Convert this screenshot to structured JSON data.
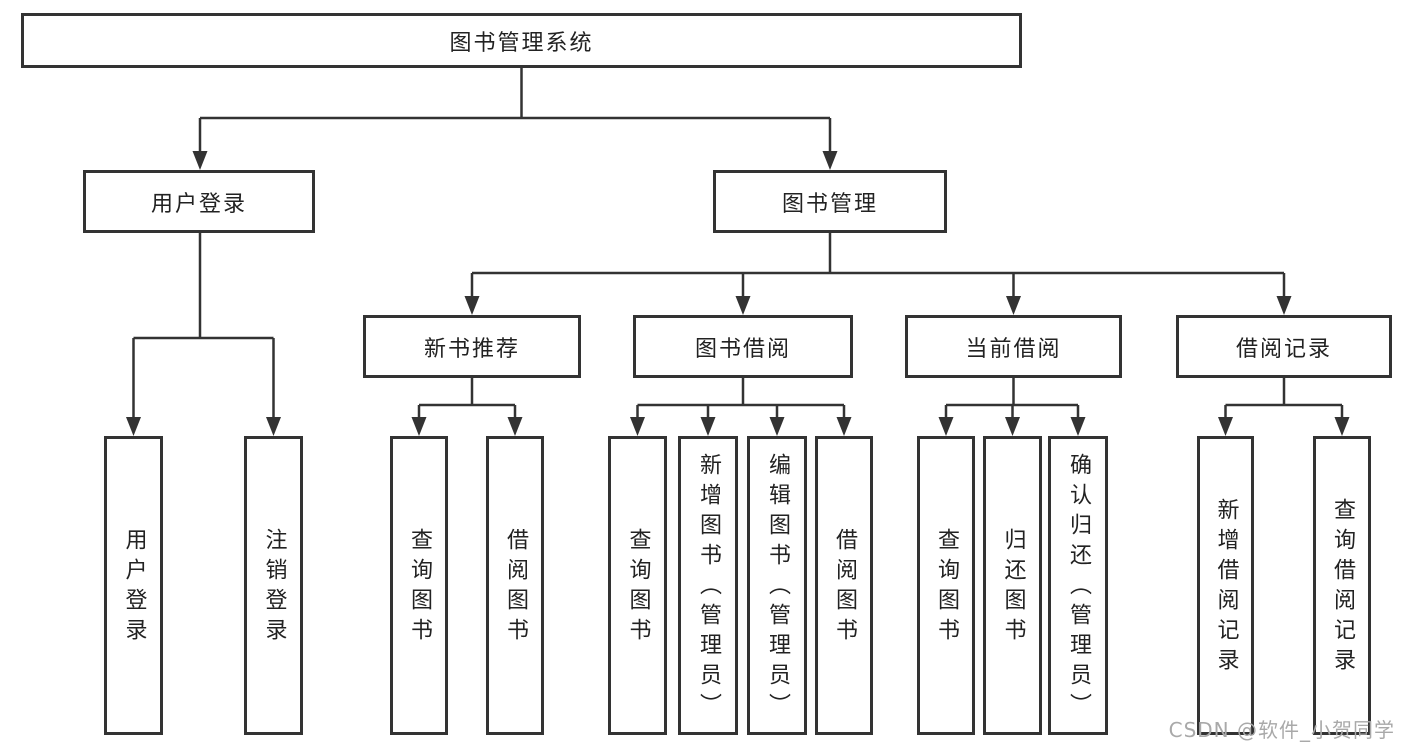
{
  "diagram": {
    "title": "图书管理系统",
    "nodes": {
      "root": "图书管理系统",
      "user_login": "用户登录",
      "book_mgmt": "图书管理",
      "new_book_rec": "新书推荐",
      "book_borrow": "图书借阅",
      "current_borrow": "当前借阅",
      "borrow_records": "借阅记录",
      "leaf_user_login": "用户登录",
      "leaf_logout": "注销登录",
      "nbr_query_books": "查询图书",
      "nbr_borrow_books": "借阅图书",
      "bb_query_books": "查询图书",
      "bb_add_books": "新增图书（管理员）",
      "bb_edit_books": "编辑图书（管理员）",
      "bb_borrow_books": "借阅图书",
      "cb_query_books": "查询图书",
      "cb_return_books": "归还图书",
      "cb_confirm_return": "确认归还（管理员）",
      "br_add_record": "新增借阅记录",
      "br_query_record": "查询借阅记录"
    },
    "edges": [
      [
        "root",
        "user_login"
      ],
      [
        "root",
        "book_mgmt"
      ],
      [
        "user_login",
        "leaf_user_login"
      ],
      [
        "user_login",
        "leaf_logout"
      ],
      [
        "book_mgmt",
        "new_book_rec"
      ],
      [
        "book_mgmt",
        "book_borrow"
      ],
      [
        "book_mgmt",
        "current_borrow"
      ],
      [
        "book_mgmt",
        "borrow_records"
      ],
      [
        "new_book_rec",
        "nbr_query_books"
      ],
      [
        "new_book_rec",
        "nbr_borrow_books"
      ],
      [
        "book_borrow",
        "bb_query_books"
      ],
      [
        "book_borrow",
        "bb_add_books"
      ],
      [
        "book_borrow",
        "bb_edit_books"
      ],
      [
        "book_borrow",
        "bb_borrow_books"
      ],
      [
        "current_borrow",
        "cb_query_books"
      ],
      [
        "current_borrow",
        "cb_return_books"
      ],
      [
        "current_borrow",
        "cb_confirm_return"
      ],
      [
        "borrow_records",
        "br_add_record"
      ],
      [
        "borrow_records",
        "br_query_record"
      ]
    ],
    "colors": {
      "line": "#333333",
      "box_border": "#333333",
      "text": "#222222",
      "background": "#ffffff",
      "watermark": "#a9a9a9"
    }
  },
  "watermark": {
    "text": "CSDN @软件_小贺同学"
  }
}
